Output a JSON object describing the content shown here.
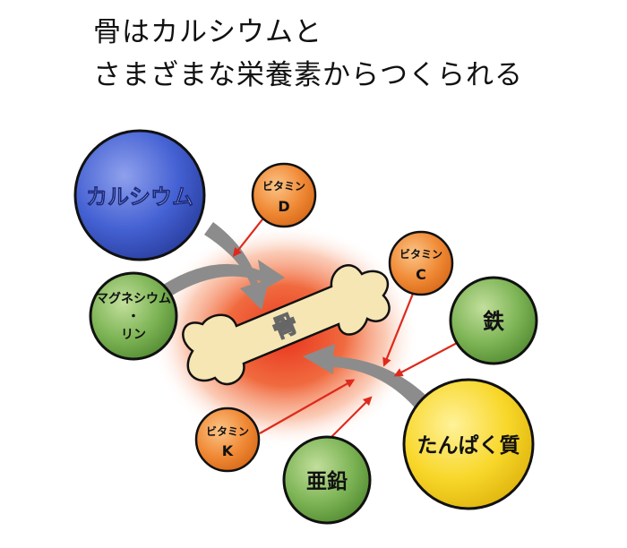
{
  "title": {
    "line1": "骨はカルシウムと",
    "line2": "さまざまな栄養素からつくられる"
  },
  "bone": {
    "label": "骨"
  },
  "nutrients": {
    "calcium": "カルシウム",
    "magnesium_line1": "マグネシウム",
    "magnesium_dot": "・",
    "magnesium_line2": "リン",
    "vitamin_d_line1": "ビタミン",
    "vitamin_d_line2": "D",
    "vitamin_c_line1": "ビタミン",
    "vitamin_c_line2": "C",
    "vitamin_k_line1": "ビタミン",
    "vitamin_k_line2": "K",
    "iron": "鉄",
    "zinc": "亜鉛",
    "protein": "たんぱく質"
  },
  "colors": {
    "calcium": "#3b56c9",
    "green": "#6fa84a",
    "orange": "#ef8430",
    "yellow": "#f6d21a",
    "bone": "#f6e6b4",
    "arrow_red": "#dd2a1c",
    "arrow_gray": "#8a8a8a"
  }
}
